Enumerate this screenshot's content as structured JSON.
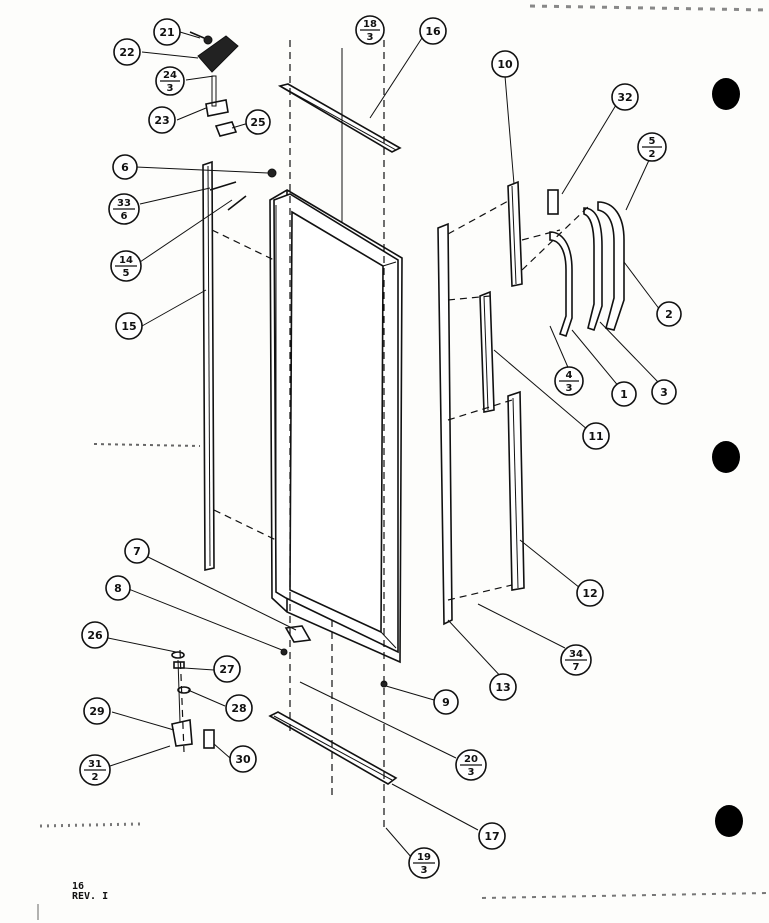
{
  "footer": {
    "page": "16",
    "rev": "REV. I"
  },
  "callouts": {
    "c1": "1",
    "c2": "2",
    "c3": "3",
    "c6": "6",
    "c7": "7",
    "c8": "8",
    "c9": "9",
    "c10": "10",
    "c11": "11",
    "c12": "12",
    "c13": "13",
    "c15": "15",
    "c16": "16",
    "c17": "17",
    "c21": "21",
    "c22": "22",
    "c23": "23",
    "c25": "25",
    "c26": "26",
    "c27": "27",
    "c28": "28",
    "c29": "29",
    "c30": "30",
    "c32": "32"
  },
  "fraction_callouts": {
    "f18": {
      "top": "18",
      "bottom": "3"
    },
    "f24": {
      "top": "24",
      "bottom": "3"
    },
    "f33": {
      "top": "33",
      "bottom": "6"
    },
    "f14": {
      "top": "14",
      "bottom": "5"
    },
    "f5": {
      "top": "5",
      "bottom": "2"
    },
    "f4": {
      "top": "4",
      "bottom": "3"
    },
    "f34": {
      "top": "34",
      "bottom": "7"
    },
    "f20": {
      "top": "20",
      "bottom": "3"
    },
    "f31": {
      "top": "31",
      "bottom": "2"
    },
    "f19": {
      "top": "19",
      "bottom": "3"
    }
  }
}
